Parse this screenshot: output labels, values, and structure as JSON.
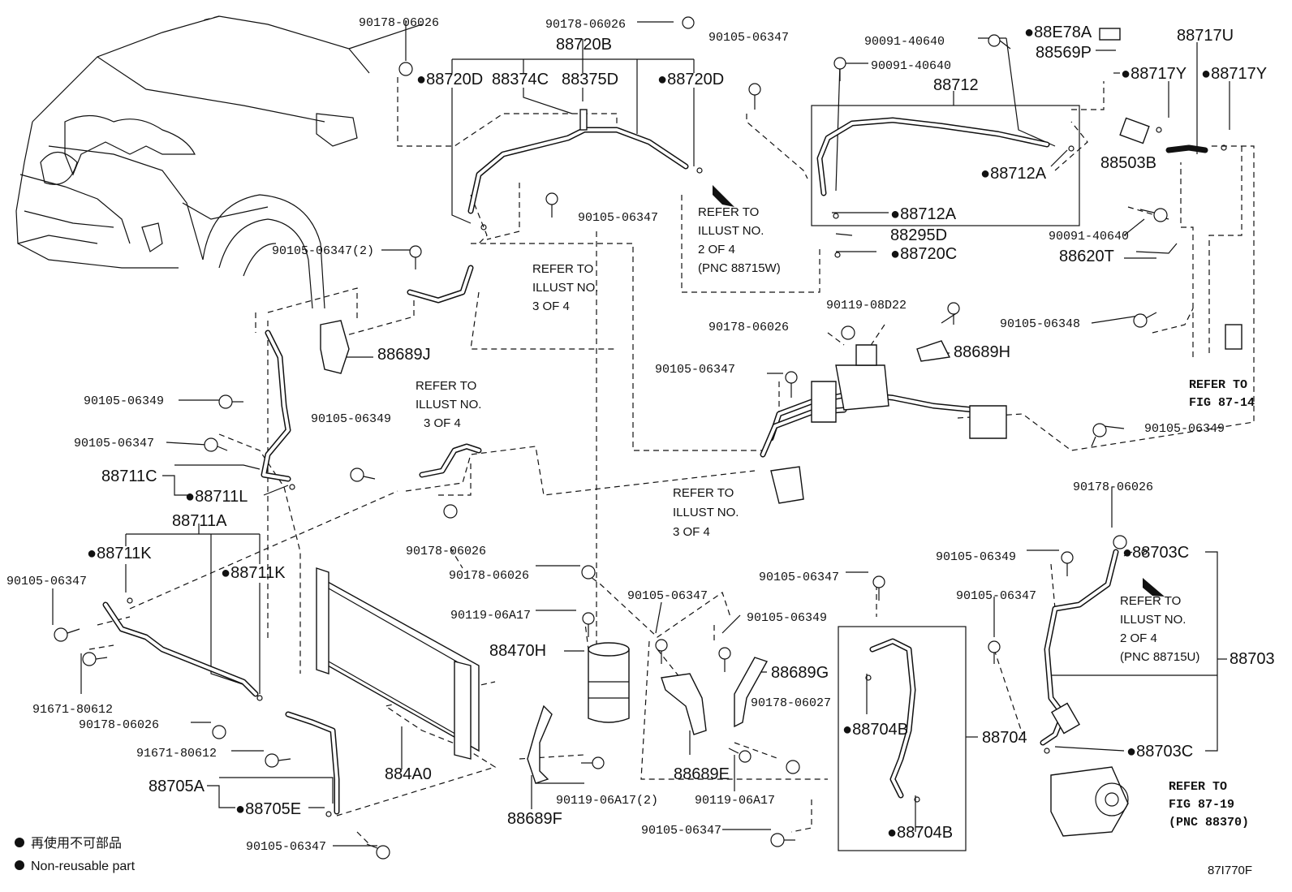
{
  "diagram_code": "87I770F",
  "legend": {
    "japanese": "再使用不可部品",
    "english": "Non-reusable part"
  },
  "parts": [
    {
      "id": "p1",
      "label": "90178-06026"
    },
    {
      "id": "p2",
      "label": "90178-06026"
    },
    {
      "id": "p3",
      "label": "88720B"
    },
    {
      "id": "p4",
      "label": "●88720D"
    },
    {
      "id": "p5",
      "label": "88374C"
    },
    {
      "id": "p6",
      "label": "88375D"
    },
    {
      "id": "p7",
      "label": "●88720D"
    },
    {
      "id": "p8",
      "label": "90105-06347"
    },
    {
      "id": "p9",
      "label": "90091-40640"
    },
    {
      "id": "p10",
      "label": "90091-40640"
    },
    {
      "id": "p11",
      "label": "●88E78A"
    },
    {
      "id": "p12",
      "label": "88569P"
    },
    {
      "id": "p13",
      "label": "88717U"
    },
    {
      "id": "p14",
      "label": "●88717Y"
    },
    {
      "id": "p15",
      "label": "●88717Y"
    },
    {
      "id": "p16",
      "label": "88712"
    },
    {
      "id": "p17",
      "label": "●88712A"
    },
    {
      "id": "p18",
      "label": "88503B"
    },
    {
      "id": "p19",
      "label": "●88712A"
    },
    {
      "id": "p20",
      "label": "88295D"
    },
    {
      "id": "p21",
      "label": "●88720C"
    },
    {
      "id": "p22",
      "label": "90091-40640"
    },
    {
      "id": "p23",
      "label": "88620T"
    },
    {
      "id": "p24",
      "label": "90105-06347"
    },
    {
      "id": "p25",
      "label": "90105-06347(2)"
    },
    {
      "id": "p26",
      "label": "88689J"
    },
    {
      "id": "p27",
      "label": "90119-08D22"
    },
    {
      "id": "p28",
      "label": "90178-06026"
    },
    {
      "id": "p29",
      "label": "88689H"
    },
    {
      "id": "p30",
      "label": "90105-06348"
    },
    {
      "id": "p31",
      "label": "90105-06347"
    },
    {
      "id": "p32",
      "label": "90105-06349"
    },
    {
      "id": "p33",
      "label": "90105-06349"
    },
    {
      "id": "p34",
      "label": "90105-06347"
    },
    {
      "id": "p35",
      "label": "90105-06349"
    },
    {
      "id": "p36",
      "label": "88711C"
    },
    {
      "id": "p37",
      "label": "●88711L"
    },
    {
      "id": "p38",
      "label": "90178-06026"
    },
    {
      "id": "p39",
      "label": "88711A"
    },
    {
      "id": "p40",
      "label": "●88711K"
    },
    {
      "id": "p41",
      "label": "●88711K"
    },
    {
      "id": "p42",
      "label": "90105-06347"
    },
    {
      "id": "p43",
      "label": "90178-06026"
    },
    {
      "id": "p44",
      "label": "90178-06026"
    },
    {
      "id": "p45",
      "label": "90105-06349"
    },
    {
      "id": "p46",
      "label": "●88703C"
    },
    {
      "id": "p47",
      "label": "90105-06347"
    },
    {
      "id": "p48",
      "label": "90105-06347"
    },
    {
      "id": "p49",
      "label": "90119-06A17"
    },
    {
      "id": "p50",
      "label": "90105-06347"
    },
    {
      "id": "p51",
      "label": "90105-06349"
    },
    {
      "id": "p52",
      "label": "88470H"
    },
    {
      "id": "p53",
      "label": "88689G"
    },
    {
      "id": "p54",
      "label": "88703"
    },
    {
      "id": "p55",
      "label": "91671-80612"
    },
    {
      "id": "p56",
      "label": "90178-06026"
    },
    {
      "id": "p57",
      "label": "90178-06027"
    },
    {
      "id": "p58",
      "label": "●88704B"
    },
    {
      "id": "p59",
      "label": "88704"
    },
    {
      "id": "p60",
      "label": "●88703C"
    },
    {
      "id": "p61",
      "label": "91671-80612"
    },
    {
      "id": "p62",
      "label": "884A0"
    },
    {
      "id": "p63",
      "label": "88689E"
    },
    {
      "id": "p64",
      "label": "88705A"
    },
    {
      "id": "p65",
      "label": "90119-06A17(2)"
    },
    {
      "id": "p66",
      "label": "90119-06A17"
    },
    {
      "id": "p67",
      "label": "●88705E"
    },
    {
      "id": "p68",
      "label": "88689F"
    },
    {
      "id": "p69",
      "label": "90105-06347"
    },
    {
      "id": "p70",
      "label": "●88704B"
    },
    {
      "id": "p71",
      "label": "90105-06347"
    }
  ],
  "references": [
    {
      "id": "r1",
      "lines": [
        "REFER TO",
        "ILLUST NO.",
        "2 OF 4",
        "(PNC 88715W)"
      ]
    },
    {
      "id": "r2",
      "lines": [
        "REFER TO",
        "ILLUST NO.",
        "3 OF 4"
      ]
    },
    {
      "id": "r3",
      "lines": [
        "REFER TO",
        "ILLUST NO.",
        "3 OF 4"
      ]
    },
    {
      "id": "r4",
      "lines": [
        "REFER TO",
        "ILLUST NO.",
        "3 OF 4"
      ]
    },
    {
      "id": "r5",
      "lines": [
        "REFER TO",
        "FIG 87-14"
      ]
    },
    {
      "id": "r6",
      "lines": [
        "REFER TO",
        "ILLUST NO.",
        "2 OF 4",
        "(PNC 88715U)"
      ]
    },
    {
      "id": "r7",
      "lines": [
        "REFER TO",
        "FIG 87-19",
        "(PNC 88370)"
      ]
    }
  ]
}
